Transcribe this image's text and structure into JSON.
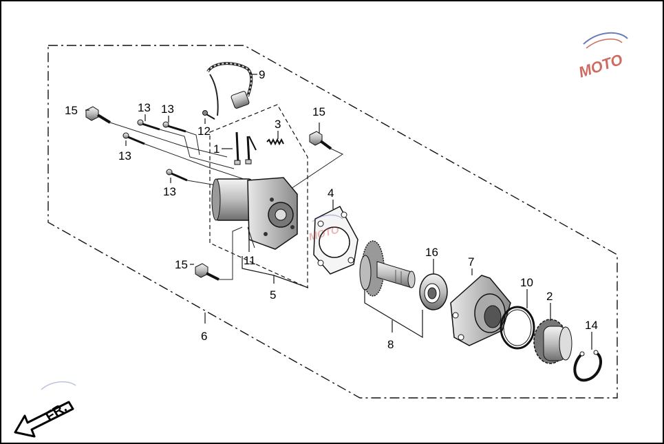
{
  "diagram": {
    "callouts": [
      {
        "id": "c1",
        "label": "1"
      },
      {
        "id": "c2",
        "label": "2"
      },
      {
        "id": "c3",
        "label": "3"
      },
      {
        "id": "c4",
        "label": "4"
      },
      {
        "id": "c5",
        "label": "5"
      },
      {
        "id": "c6",
        "label": "6"
      },
      {
        "id": "c7",
        "label": "7"
      },
      {
        "id": "c8",
        "label": "8"
      },
      {
        "id": "c9",
        "label": "9"
      },
      {
        "id": "c10",
        "label": "10"
      },
      {
        "id": "c11",
        "label": "11"
      },
      {
        "id": "c12",
        "label": "12"
      },
      {
        "id": "c13a",
        "label": "13"
      },
      {
        "id": "c13b",
        "label": "13"
      },
      {
        "id": "c13c",
        "label": "13"
      },
      {
        "id": "c13d",
        "label": "13"
      },
      {
        "id": "c14",
        "label": "14"
      },
      {
        "id": "c15a",
        "label": "15"
      },
      {
        "id": "c15b",
        "label": "15"
      },
      {
        "id": "c15c",
        "label": "15"
      },
      {
        "id": "c16",
        "label": "16"
      }
    ],
    "direction": {
      "label": "FR."
    },
    "watermark": {
      "text": "MOTO"
    },
    "colors": {
      "line": "#111111",
      "arrow": "#ffffff",
      "watermark_red": "#c0392b",
      "watermark_blue": "#3b4fa0"
    }
  }
}
